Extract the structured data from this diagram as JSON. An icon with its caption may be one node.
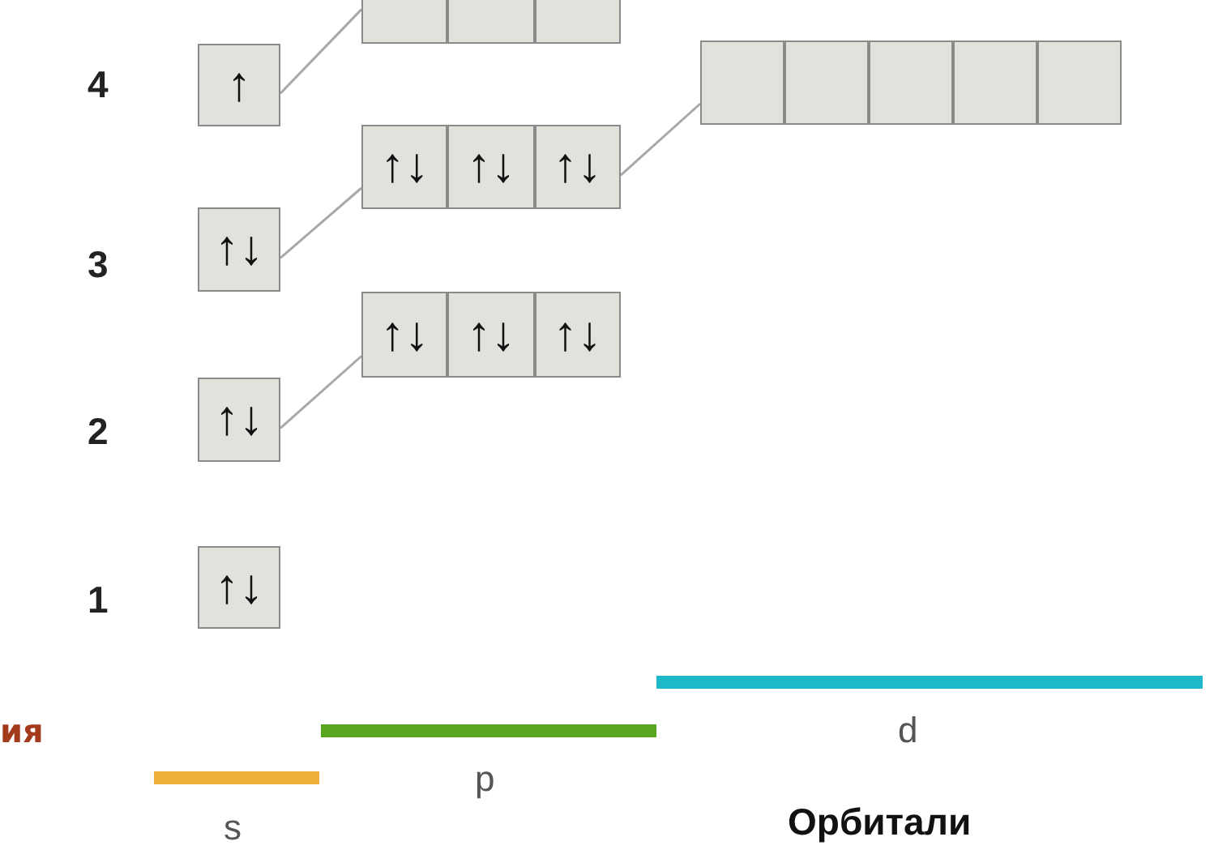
{
  "diagram": {
    "nodes": [
      {
        "text": [],
        "shape": "box"
      },
      {
        "text": [],
        "shape": "box"
      },
      {
        "text": [],
        "shape": "box"
      },
      {
        "text": [
          "↑"
        ]
      },
      {
        "text": [],
        "shape": "box"
      },
      {
        "text": [],
        "shape": "box"
      },
      {
        "text": [],
        "shape": "box"
      },
      {
        "text": [],
        "shape": "box"
      },
      {
        "text": [],
        "shape": "box"
      },
      {
        "text": [
          "↑↓"
        ]
      },
      {
        "text": [
          "↑↓"
        ]
      },
      {
        "text": [
          "↑↓"
        ]
      },
      {
        "text": [
          "↑↓"
        ]
      },
      {
        "text": [
          "↑↓"
        ]
      },
      {
        "text": [
          "↑↓"
        ]
      },
      {
        "text": [
          "↑↓"
        ]
      },
      {
        "text": [
          "↑↓"
        ]
      },
      {
        "text": [
          "↑↓"
        ]
      }
    ],
    "edges": [
      {
        "from": 3,
        "to": 0,
        "arrow": "none"
      },
      {
        "from": 12,
        "to": 9,
        "arrow": "none"
      },
      {
        "from": 11,
        "to": 4,
        "arrow": "none"
      },
      {
        "from": 16,
        "to": 13,
        "arrow": "none"
      }
    ],
    "labels": [
      "4",
      "3",
      "2",
      "1",
      "ия",
      "d",
      "p",
      "s",
      "Орбитали"
    ]
  }
}
